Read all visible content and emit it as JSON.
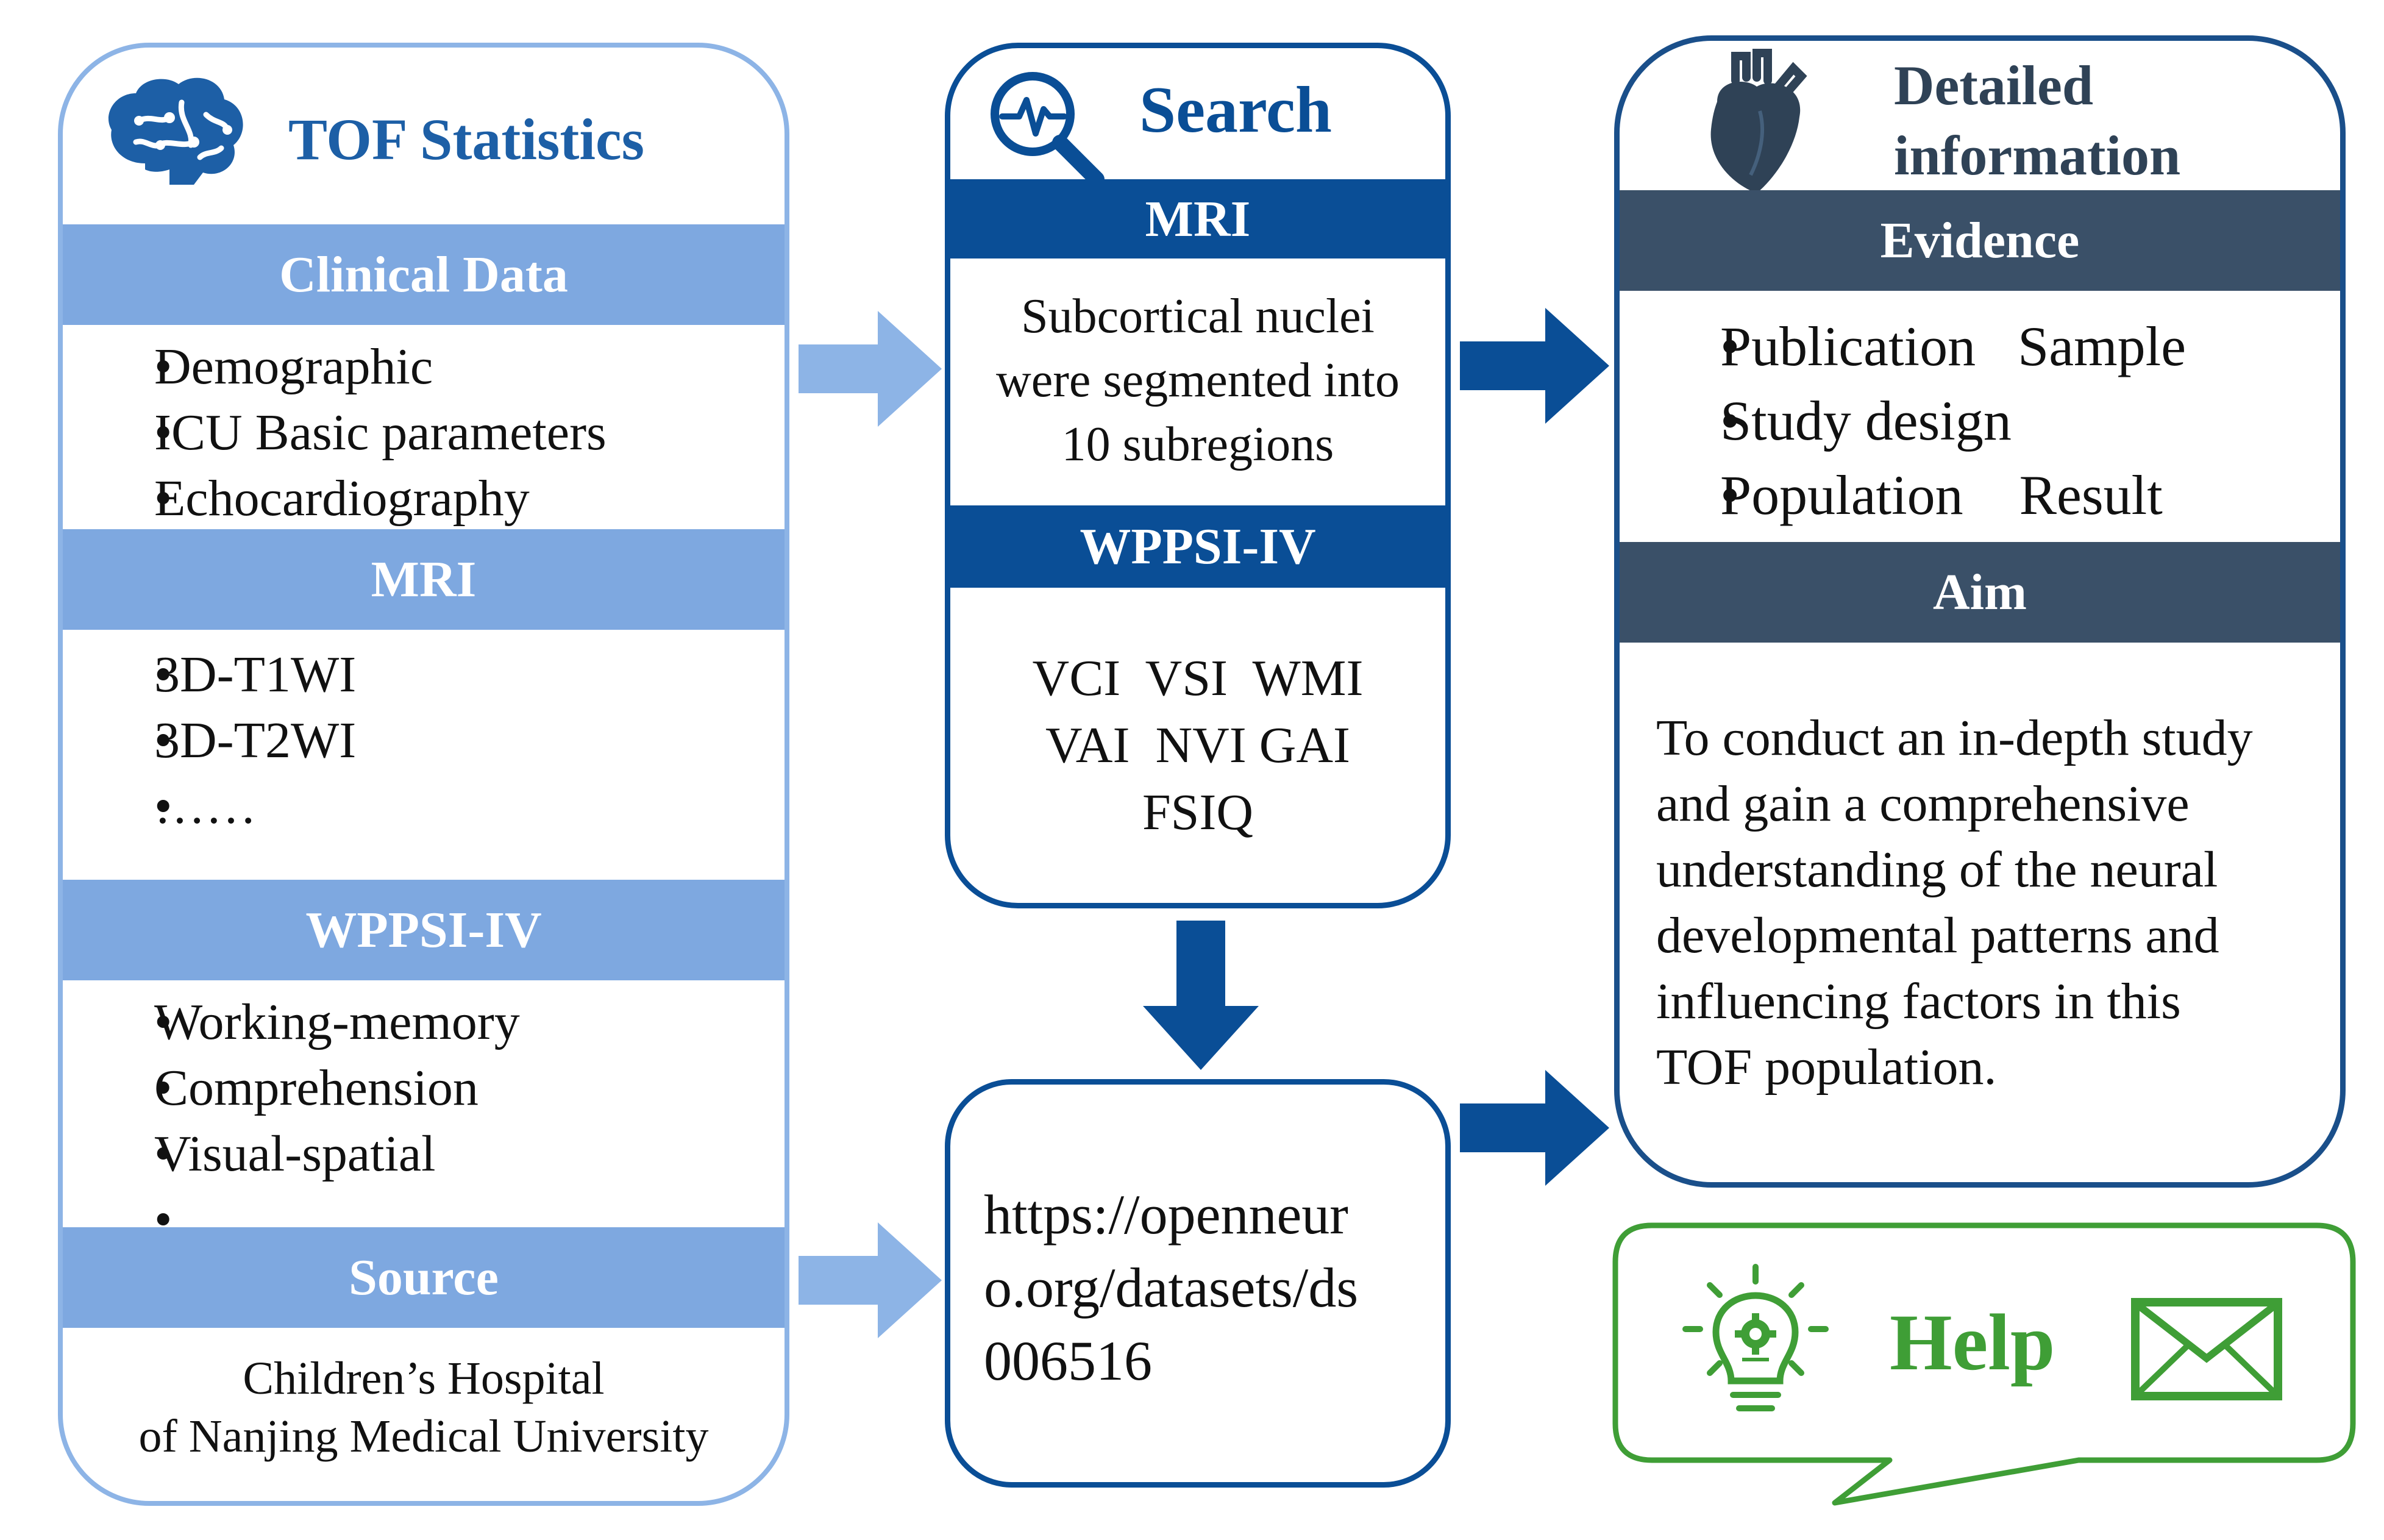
{
  "colors": {
    "light_blue": "#7ea8e0",
    "dark_blue": "#0a4e96",
    "slate": "#3a5068",
    "green": "#3f9e36",
    "border_light": "#8db4e6",
    "border_dark": "#1a4f8a"
  },
  "left": {
    "title": "TOF Statistics",
    "icon": "brain-icon",
    "sections": [
      {
        "header": "Clinical Data",
        "items": [
          "Demographic",
          "ICU Basic parameters",
          "Echocardiography"
        ]
      },
      {
        "header": "MRI",
        "items": [
          "3D-T1WI",
          "3D-T2WI",
          "……"
        ]
      },
      {
        "header": "WPPSI-IV",
        "items": [
          "Working-memory",
          "Comprehension",
          "Visual-spatial",
          "……"
        ]
      },
      {
        "header": "Source",
        "lines": [
          "Children’s Hospital",
          "of Nanjing Medical University"
        ]
      }
    ]
  },
  "middle": {
    "title": "Search",
    "icon": "magnifier-pulse-icon",
    "mri_header": "MRI",
    "mri_lines": [
      "Subcortical nuclei",
      "were segmented into",
      "10 subregions"
    ],
    "wppsi_header": "WPPSI-IV",
    "wppsi_lines": [
      "VCI  VSI  WMI",
      "VAI  NVI GAI",
      "FSIQ"
    ],
    "url_lines": [
      "https://openneur",
      "o.org/datasets/ds",
      "006516"
    ]
  },
  "right": {
    "title_lines": [
      "Detailed",
      "information"
    ],
    "icon": "heart-icon",
    "evidence_header": "Evidence",
    "evidence_items": [
      "Publication   Sample",
      "Study design",
      "Population    Result"
    ],
    "aim_header": "Aim",
    "aim_lines": [
      "To conduct an in-depth study",
      "and gain a comprehensive",
      "understanding of the neural",
      "developmental patterns and",
      "influencing factors in this",
      "TOF population."
    ]
  },
  "help": {
    "label": "Help",
    "icon": "lightbulb-gear-icon",
    "mail_icon": "envelope-icon"
  }
}
